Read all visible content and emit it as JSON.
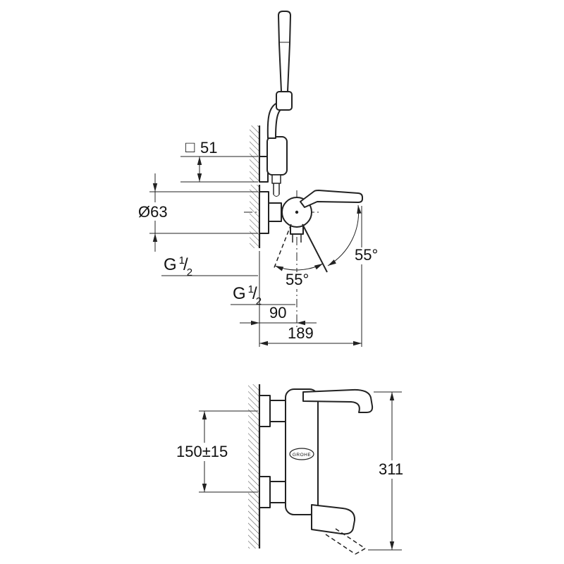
{
  "figure": {
    "brand": "GROHE",
    "dimensions": {
      "holder_square": {
        "prefix": "□",
        "value": "51"
      },
      "escutcheon_diameter": "Ø63",
      "thread_wall": {
        "letter": "G",
        "numerator": "1",
        "slash": "/",
        "denominator": "2"
      },
      "thread_hose": {
        "letter": "G",
        "numerator": "1",
        "slash": "/",
        "denominator": "2"
      },
      "angle_upper": "55°",
      "angle_lower": "55°",
      "wall_to_outlet": "90",
      "wall_to_spout_tip": "189",
      "connection_spacing": "150±15",
      "overall_height": "311"
    }
  }
}
